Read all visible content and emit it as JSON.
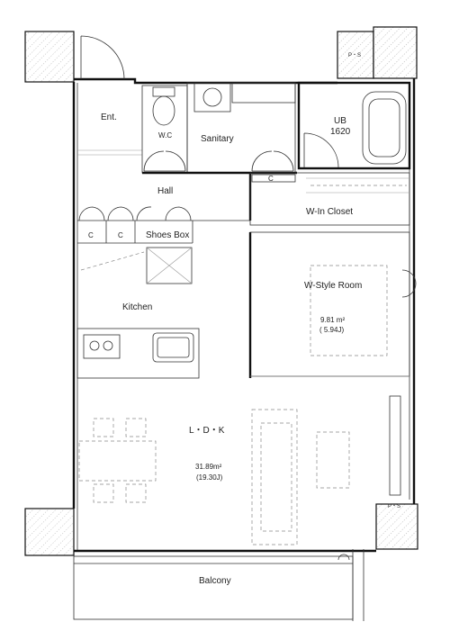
{
  "rooms": {
    "entrance": "Ent.",
    "wc": "W.C",
    "sanitary": "Sanitary",
    "unit_bath": "UB",
    "unit_bath_size": "1620",
    "hall": "Hall",
    "closet_1": "C",
    "closet_2": "C",
    "closet_3": "C",
    "shoes_box": "Shoes Box",
    "walk_in_closet": "W-In Closet",
    "western_room": "W-Style Room",
    "western_room_area": "9.81 m²",
    "western_room_jo": "( 5.94J)",
    "kitchen": "Kitchen",
    "ldk": "L・D・K",
    "ldk_area": "31.89m²",
    "ldk_jo": "(19.30J)",
    "balcony": "Balcony",
    "ps_top": "P・S",
    "ps_bottom": "P・S"
  }
}
